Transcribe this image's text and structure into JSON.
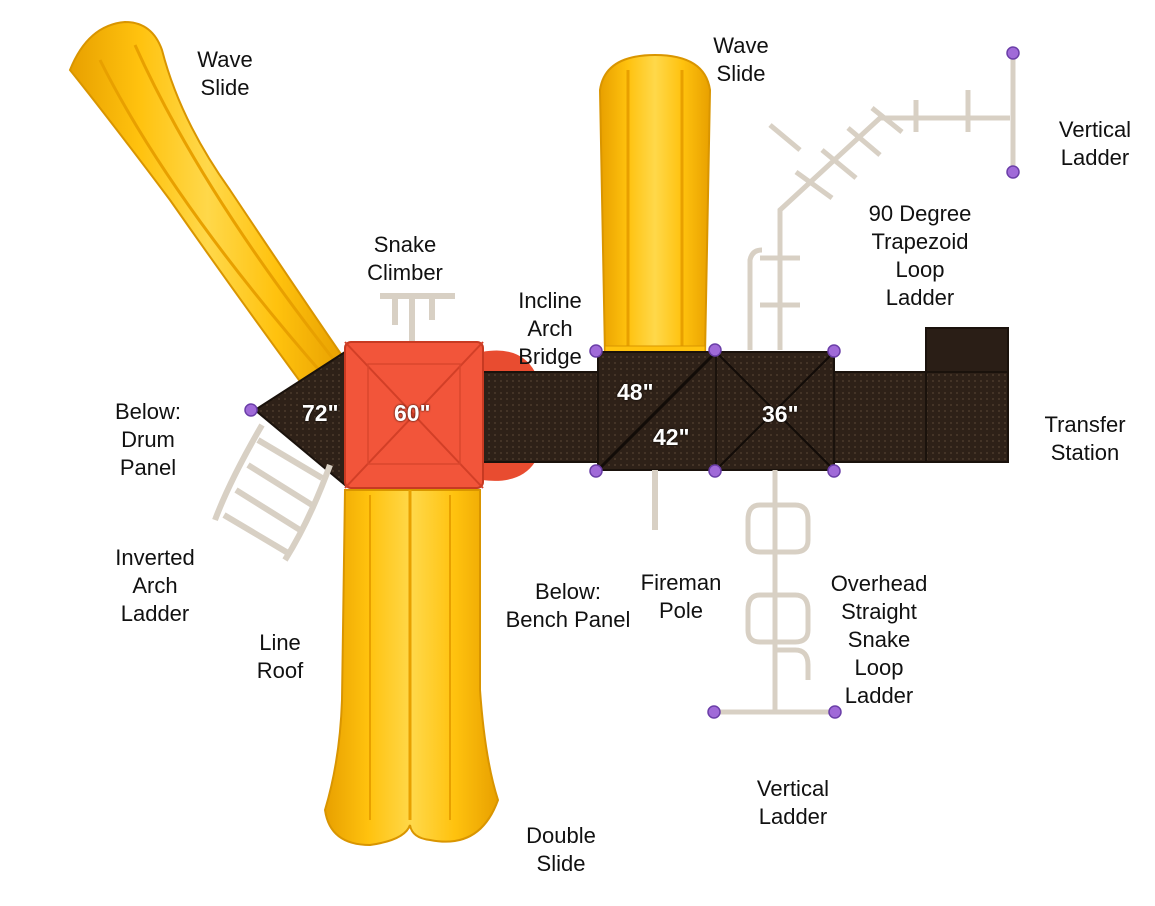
{
  "colors": {
    "slide": "#f7b500",
    "slide_dark": "#e09a00",
    "slide_light": "#ffd23a",
    "deck": "#2e2118",
    "deck_dark": "#1f1610",
    "roof": "#f2553a",
    "roof_dark": "#d23f27",
    "steel": "#ddd6cb",
    "clamp": "#a06ad8"
  },
  "heights": [
    "72\"",
    "60\"",
    "48\"",
    "42\"",
    "36\""
  ],
  "labels": {
    "wave_slide_left": [
      "Wave",
      "Slide"
    ],
    "wave_slide_top": [
      "Wave",
      "Slide"
    ],
    "vertical_ladder_top": [
      "Vertical",
      "Ladder"
    ],
    "trapezoid_ladder": [
      "90 Degree",
      "Trapezoid",
      "Loop",
      "Ladder"
    ],
    "snake_climber": [
      "Snake",
      "Climber"
    ],
    "incline_arch_bridge": [
      "Incline",
      "Arch",
      "Bridge"
    ],
    "drum_panel": [
      "Below:",
      "Drum",
      "Panel"
    ],
    "transfer_station": [
      "Transfer",
      "Station"
    ],
    "inverted_arch_ladder": [
      "Inverted",
      "Arch",
      "Ladder"
    ],
    "bench_panel": [
      "Below:",
      "Bench Panel"
    ],
    "fireman_pole": [
      "Fireman",
      "Pole"
    ],
    "overhead_ladder": [
      "Overhead",
      "Straight",
      "Snake",
      "Loop",
      "Ladder"
    ],
    "line_roof": [
      "Line",
      "Roof"
    ],
    "vertical_ladder_bottom": [
      "Vertical",
      "Ladder"
    ],
    "double_slide": [
      "Double",
      "Slide"
    ]
  }
}
